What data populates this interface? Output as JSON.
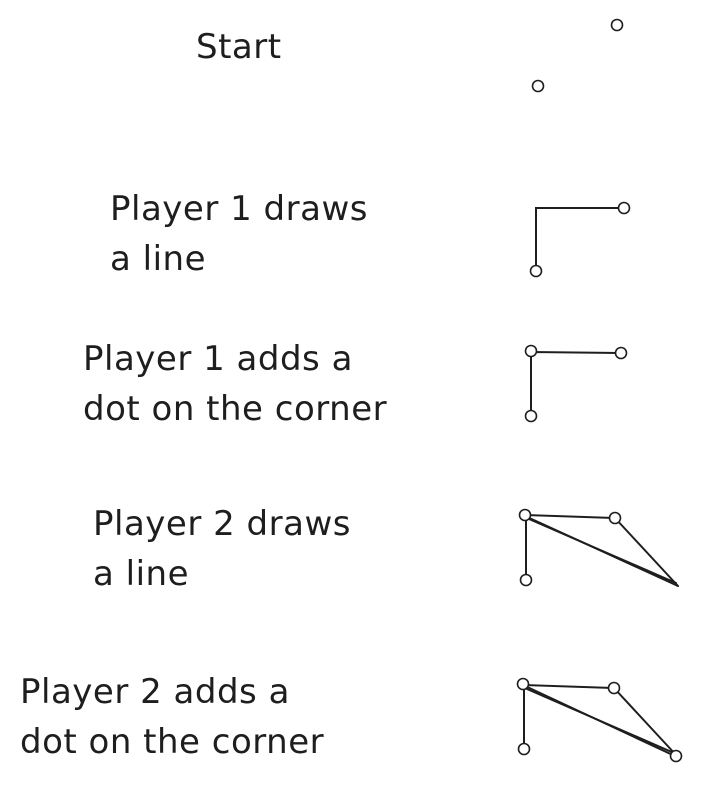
{
  "steps": [
    {
      "lines": [
        "Start"
      ]
    },
    {
      "lines": [
        "Player 1 draws",
        "a line"
      ]
    },
    {
      "lines": [
        "Player 1 adds a",
        "dot on the corner"
      ]
    },
    {
      "lines": [
        "Player 2 draws",
        "a line"
      ]
    },
    {
      "lines": [
        "Player 2 adds a",
        "dot on the corner"
      ]
    }
  ],
  "colors": {
    "ink": "#1e1e1e",
    "background": "#ffffff"
  }
}
